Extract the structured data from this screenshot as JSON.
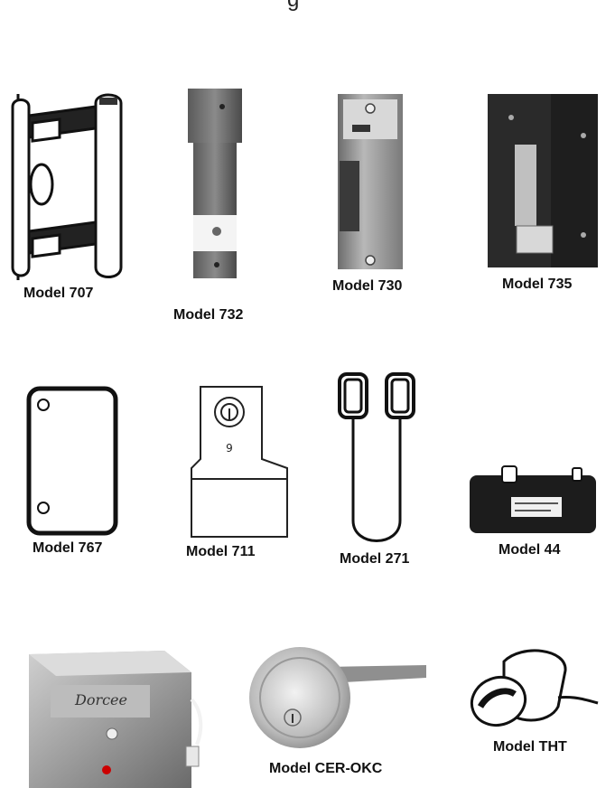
{
  "top_text": "g",
  "products": [
    {
      "model": "Model 707",
      "icon": "door-pull-handle-icon"
    },
    {
      "model": "Model 732",
      "icon": "long-electric-strike-icon"
    },
    {
      "model": "Model 730",
      "icon": "electric-strike-icon"
    },
    {
      "model": "Model 735",
      "icon": "surface-mount-strike-icon"
    },
    {
      "model": "Model 767",
      "icon": "mounting-plate-icon"
    },
    {
      "model": "Model 711",
      "icon": "key-cylinder-plate-icon"
    },
    {
      "model": "Model 271",
      "icon": "armored-door-loop-icon"
    },
    {
      "model": "Model 44",
      "icon": "alarm-box-icon"
    },
    {
      "model": "Model CER-OKC",
      "icon": "mortise-cylinder-icon"
    },
    {
      "model": "Model THT",
      "icon": "thumb-turn-icon"
    }
  ],
  "power_supply": {
    "brand": "Dorcee",
    "icon": "power-supply-box-icon"
  }
}
